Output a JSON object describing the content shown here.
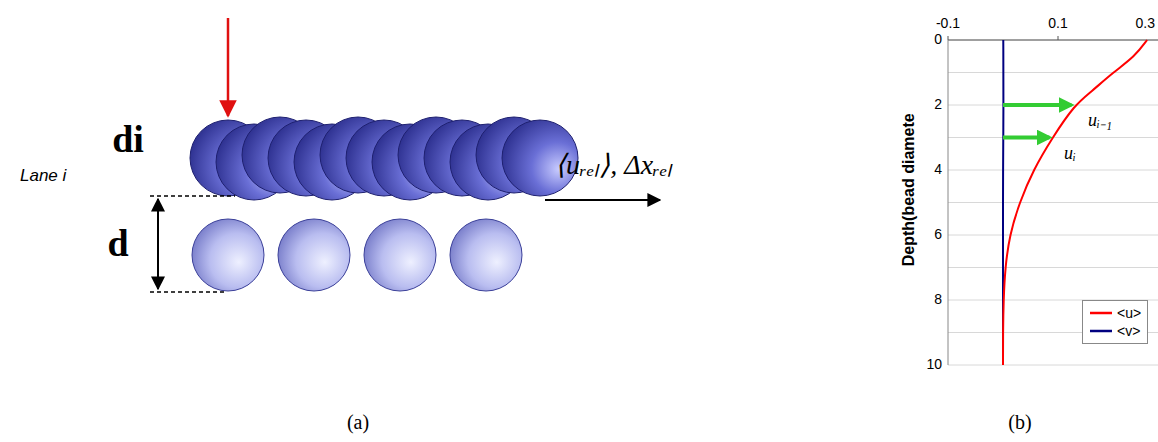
{
  "diagram": {
    "labels": [
      "di",
      "Lane i",
      "d",
      "⟨uᵣₑₗ⟩, Δxᵣₑₗ",
      "(a)",
      "-0.1",
      "0.1",
      "0.3",
      "0",
      "2",
      "4",
      "6",
      "8",
      "10",
      "Depth(bead diamete",
      "uᵢ₋₁",
      "uᵢ",
      "(b)"
    ],
    "legend": [
      {
        "text": "<u>",
        "color": "#ff0000"
      },
      {
        "text": "<v>",
        "color": "#000080"
      }
    ]
  }
}
